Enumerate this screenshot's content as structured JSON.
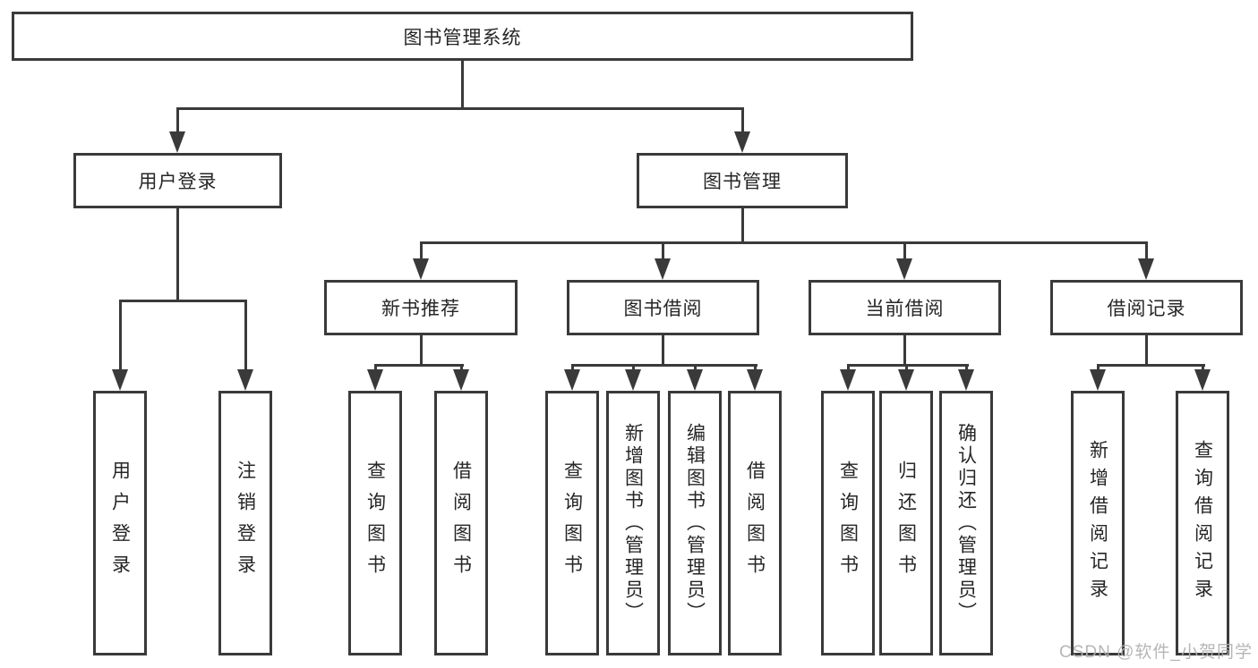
{
  "diagram": {
    "root": {
      "label": "图书管理系统"
    },
    "login": {
      "label": "用户登录",
      "children": [
        {
          "label": "用户登录"
        },
        {
          "label": "注销登录"
        }
      ]
    },
    "management": {
      "label": "图书管理",
      "sections": [
        {
          "label": "新书推荐",
          "children": [
            {
              "label": "查询图书"
            },
            {
              "label": "借阅图书"
            }
          ]
        },
        {
          "label": "图书借阅",
          "children": [
            {
              "label": "查询图书"
            },
            {
              "label": "新增图书（管理员）"
            },
            {
              "label": "编辑图书（管理员）"
            },
            {
              "label": "借阅图书"
            }
          ]
        },
        {
          "label": "当前借阅",
          "children": [
            {
              "label": "查询图书"
            },
            {
              "label": "归还图书"
            },
            {
              "label": "确认归还（管理员）"
            }
          ]
        },
        {
          "label": "借阅记录",
          "children": [
            {
              "label": "新增借阅记录"
            },
            {
              "label": "查询借阅记录"
            }
          ]
        }
      ]
    },
    "colors": {
      "line": "#3a3a3a",
      "text": "#262626",
      "background": "#ffffff",
      "watermark": "#b0b0b0"
    }
  },
  "watermark": {
    "text": "CSDN @软件_小贺同学"
  }
}
